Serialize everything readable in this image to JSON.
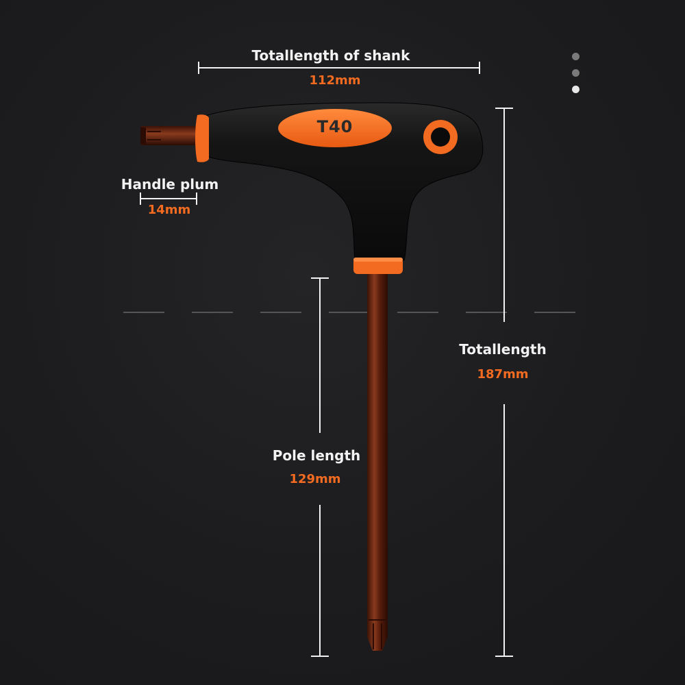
{
  "dimensions": {
    "shank": {
      "label": "Totallength of shank",
      "value": "112mm"
    },
    "handle": {
      "label": "Handle plum",
      "value": "14mm"
    },
    "total": {
      "label": "Totallength",
      "value": "187mm"
    },
    "pole": {
      "label": "Pole length",
      "value": "129mm"
    }
  },
  "tool": {
    "badge": "T40",
    "accent_color": "#f26b21",
    "handle_color": "#111111",
    "shaft_color": "#5a1e0c"
  },
  "pager": {
    "count": 3,
    "active_index": 2,
    "colors": {
      "inactive": "#7a7a7a",
      "active": "#e8e8e8"
    }
  },
  "icons": {
    "tool": "torx-t-handle-wrench-image"
  }
}
